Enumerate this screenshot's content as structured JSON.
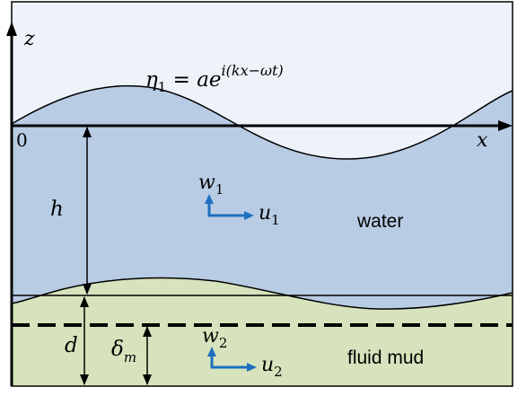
{
  "labels": {
    "z_axis": "z",
    "x_axis": "x",
    "origin": "0",
    "surface_eq_lhs": "η",
    "surface_eq_sub": "1",
    "surface_eq_mid": " = ae",
    "surface_eq_sup": "i(kx−ωt)",
    "depth_h": "h",
    "depth_d": "d",
    "delta_m": "δ",
    "delta_m_sub": "m",
    "w1": "w",
    "w1_sub": "1",
    "u1": "u",
    "u1_sub": "1",
    "w2": "w",
    "w2_sub": "2",
    "u2": "u",
    "u2_sub": "2",
    "water": "water",
    "fluid_mud": "fluid mud"
  },
  "colors": {
    "sky": "#eef3fa",
    "water": "#b8cce4",
    "mud": "#d6e3bc",
    "line": "#000000",
    "vector": "#1f6fbf"
  }
}
